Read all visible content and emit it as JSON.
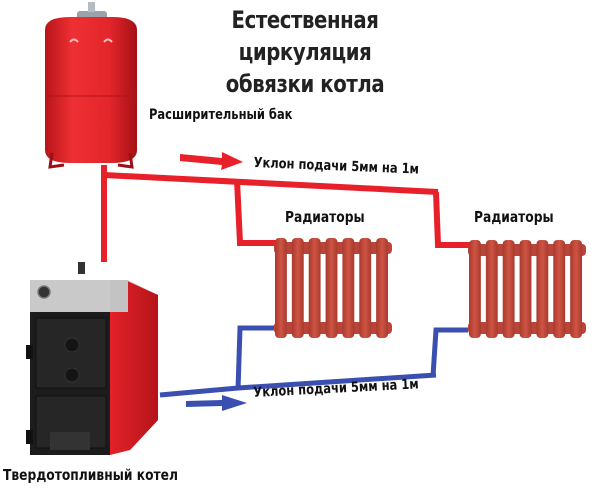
{
  "title": {
    "line1": "Естественная циркуляция",
    "line2": "обвязки котла"
  },
  "labels": {
    "expansion_tank": "Расширительный бак",
    "supply_slope_top": "Уклон подачи 5мм на 1м",
    "radiators_1": "Радиаторы",
    "radiators_2": "Радиаторы",
    "supply_slope_bottom": "Уклон подачи 5мм на 1м",
    "boiler": "Твердотопливный котел"
  },
  "colors": {
    "supply_pipe": "#e8202a",
    "return_pipe": "#3a4fb0",
    "radiator": "#c0483a",
    "tank": "#e3262b",
    "boiler_body": "#d81f26",
    "boiler_door": "#1c1c1c",
    "boiler_top": "#c8c8c8"
  }
}
